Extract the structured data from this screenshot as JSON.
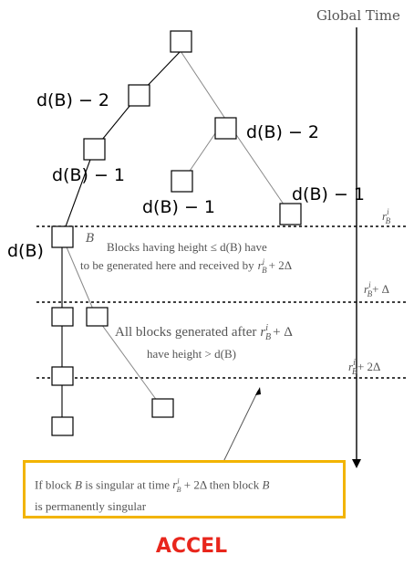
{
  "global_time_label": "Global Time",
  "labels": {
    "d_minus_2_left": "d(B) − 2",
    "d_minus_2_right": "d(B) − 2",
    "d_minus_1_left": "d(B) − 1",
    "d_minus_1_mid": "d(B) − 1",
    "d_minus_1_right": "d(B) − 1",
    "d_B": "d(B)",
    "block_B": "B"
  },
  "time_marks": {
    "r_B": "r",
    "r_B_sup": "i",
    "r_B_sub": "B",
    "r_B_delta": "+ Δ",
    "r_B_2delta": "+ 2Δ"
  },
  "notes": {
    "height_le_line1": "Blocks having height ≤ d(B) have",
    "height_le_line2_a": "to be generated here and received by",
    "height_le_line2_b": "+ 2Δ",
    "after_line1_a": "All blocks generated after",
    "after_line1_b": "+ Δ",
    "after_line2": "have height > d(B)"
  },
  "callout": {
    "line1_a": "If block",
    "line1_b": "B",
    "line1_c": "is singular at time",
    "line1_d": "+ 2Δ then block",
    "line1_e": "B",
    "line2": "is permanently singular"
  },
  "footer_label": "ACCEL",
  "colors": {
    "callout_border": "#f2b400",
    "footer_text": "#e8261c"
  }
}
